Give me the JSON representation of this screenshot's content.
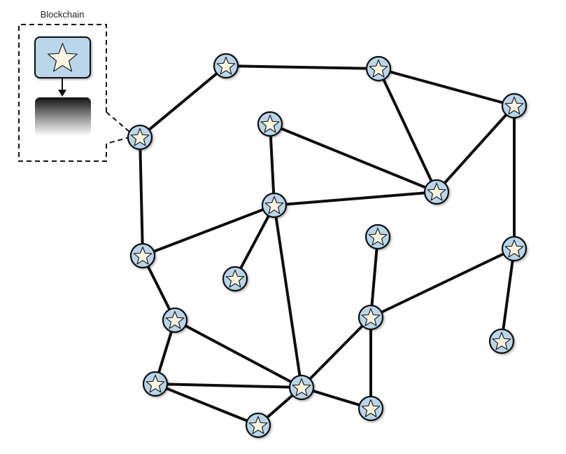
{
  "legend": {
    "title": "Blockchain",
    "block_icon": "star-block-icon",
    "chain_icon": "gradient-block-icon",
    "colors": {
      "block_fill": "#b9d6ea",
      "star_fill": "#fdf3e1",
      "stroke": "#111111"
    }
  },
  "network": {
    "node_icon": "star-node-icon",
    "nodes": [
      {
        "id": "A"
      },
      {
        "id": "B"
      },
      {
        "id": "C",
        "has_blockchain_callout": true
      },
      {
        "id": "D"
      },
      {
        "id": "E"
      },
      {
        "id": "F"
      },
      {
        "id": "G"
      },
      {
        "id": "H"
      },
      {
        "id": "I"
      },
      {
        "id": "J"
      },
      {
        "id": "K"
      },
      {
        "id": "L"
      },
      {
        "id": "M"
      },
      {
        "id": "N"
      },
      {
        "id": "O"
      },
      {
        "id": "P"
      },
      {
        "id": "Q"
      },
      {
        "id": "R"
      }
    ],
    "edges": [
      [
        "A",
        "B"
      ],
      [
        "A",
        "C"
      ],
      [
        "B",
        "D"
      ],
      [
        "B",
        "E"
      ],
      [
        "D",
        "E"
      ],
      [
        "D",
        "F"
      ],
      [
        "G",
        "E"
      ],
      [
        "G",
        "H"
      ],
      [
        "H",
        "E"
      ],
      [
        "H",
        "I"
      ],
      [
        "H",
        "J"
      ],
      [
        "H",
        "K"
      ],
      [
        "C",
        "I"
      ],
      [
        "I",
        "L"
      ],
      [
        "L",
        "M"
      ],
      [
        "L",
        "K"
      ],
      [
        "M",
        "K"
      ],
      [
        "M",
        "N"
      ],
      [
        "N",
        "K"
      ],
      [
        "K",
        "O"
      ],
      [
        "K",
        "P"
      ],
      [
        "O",
        "P"
      ],
      [
        "O",
        "Q"
      ],
      [
        "O",
        "F"
      ],
      [
        "F",
        "R"
      ]
    ]
  }
}
